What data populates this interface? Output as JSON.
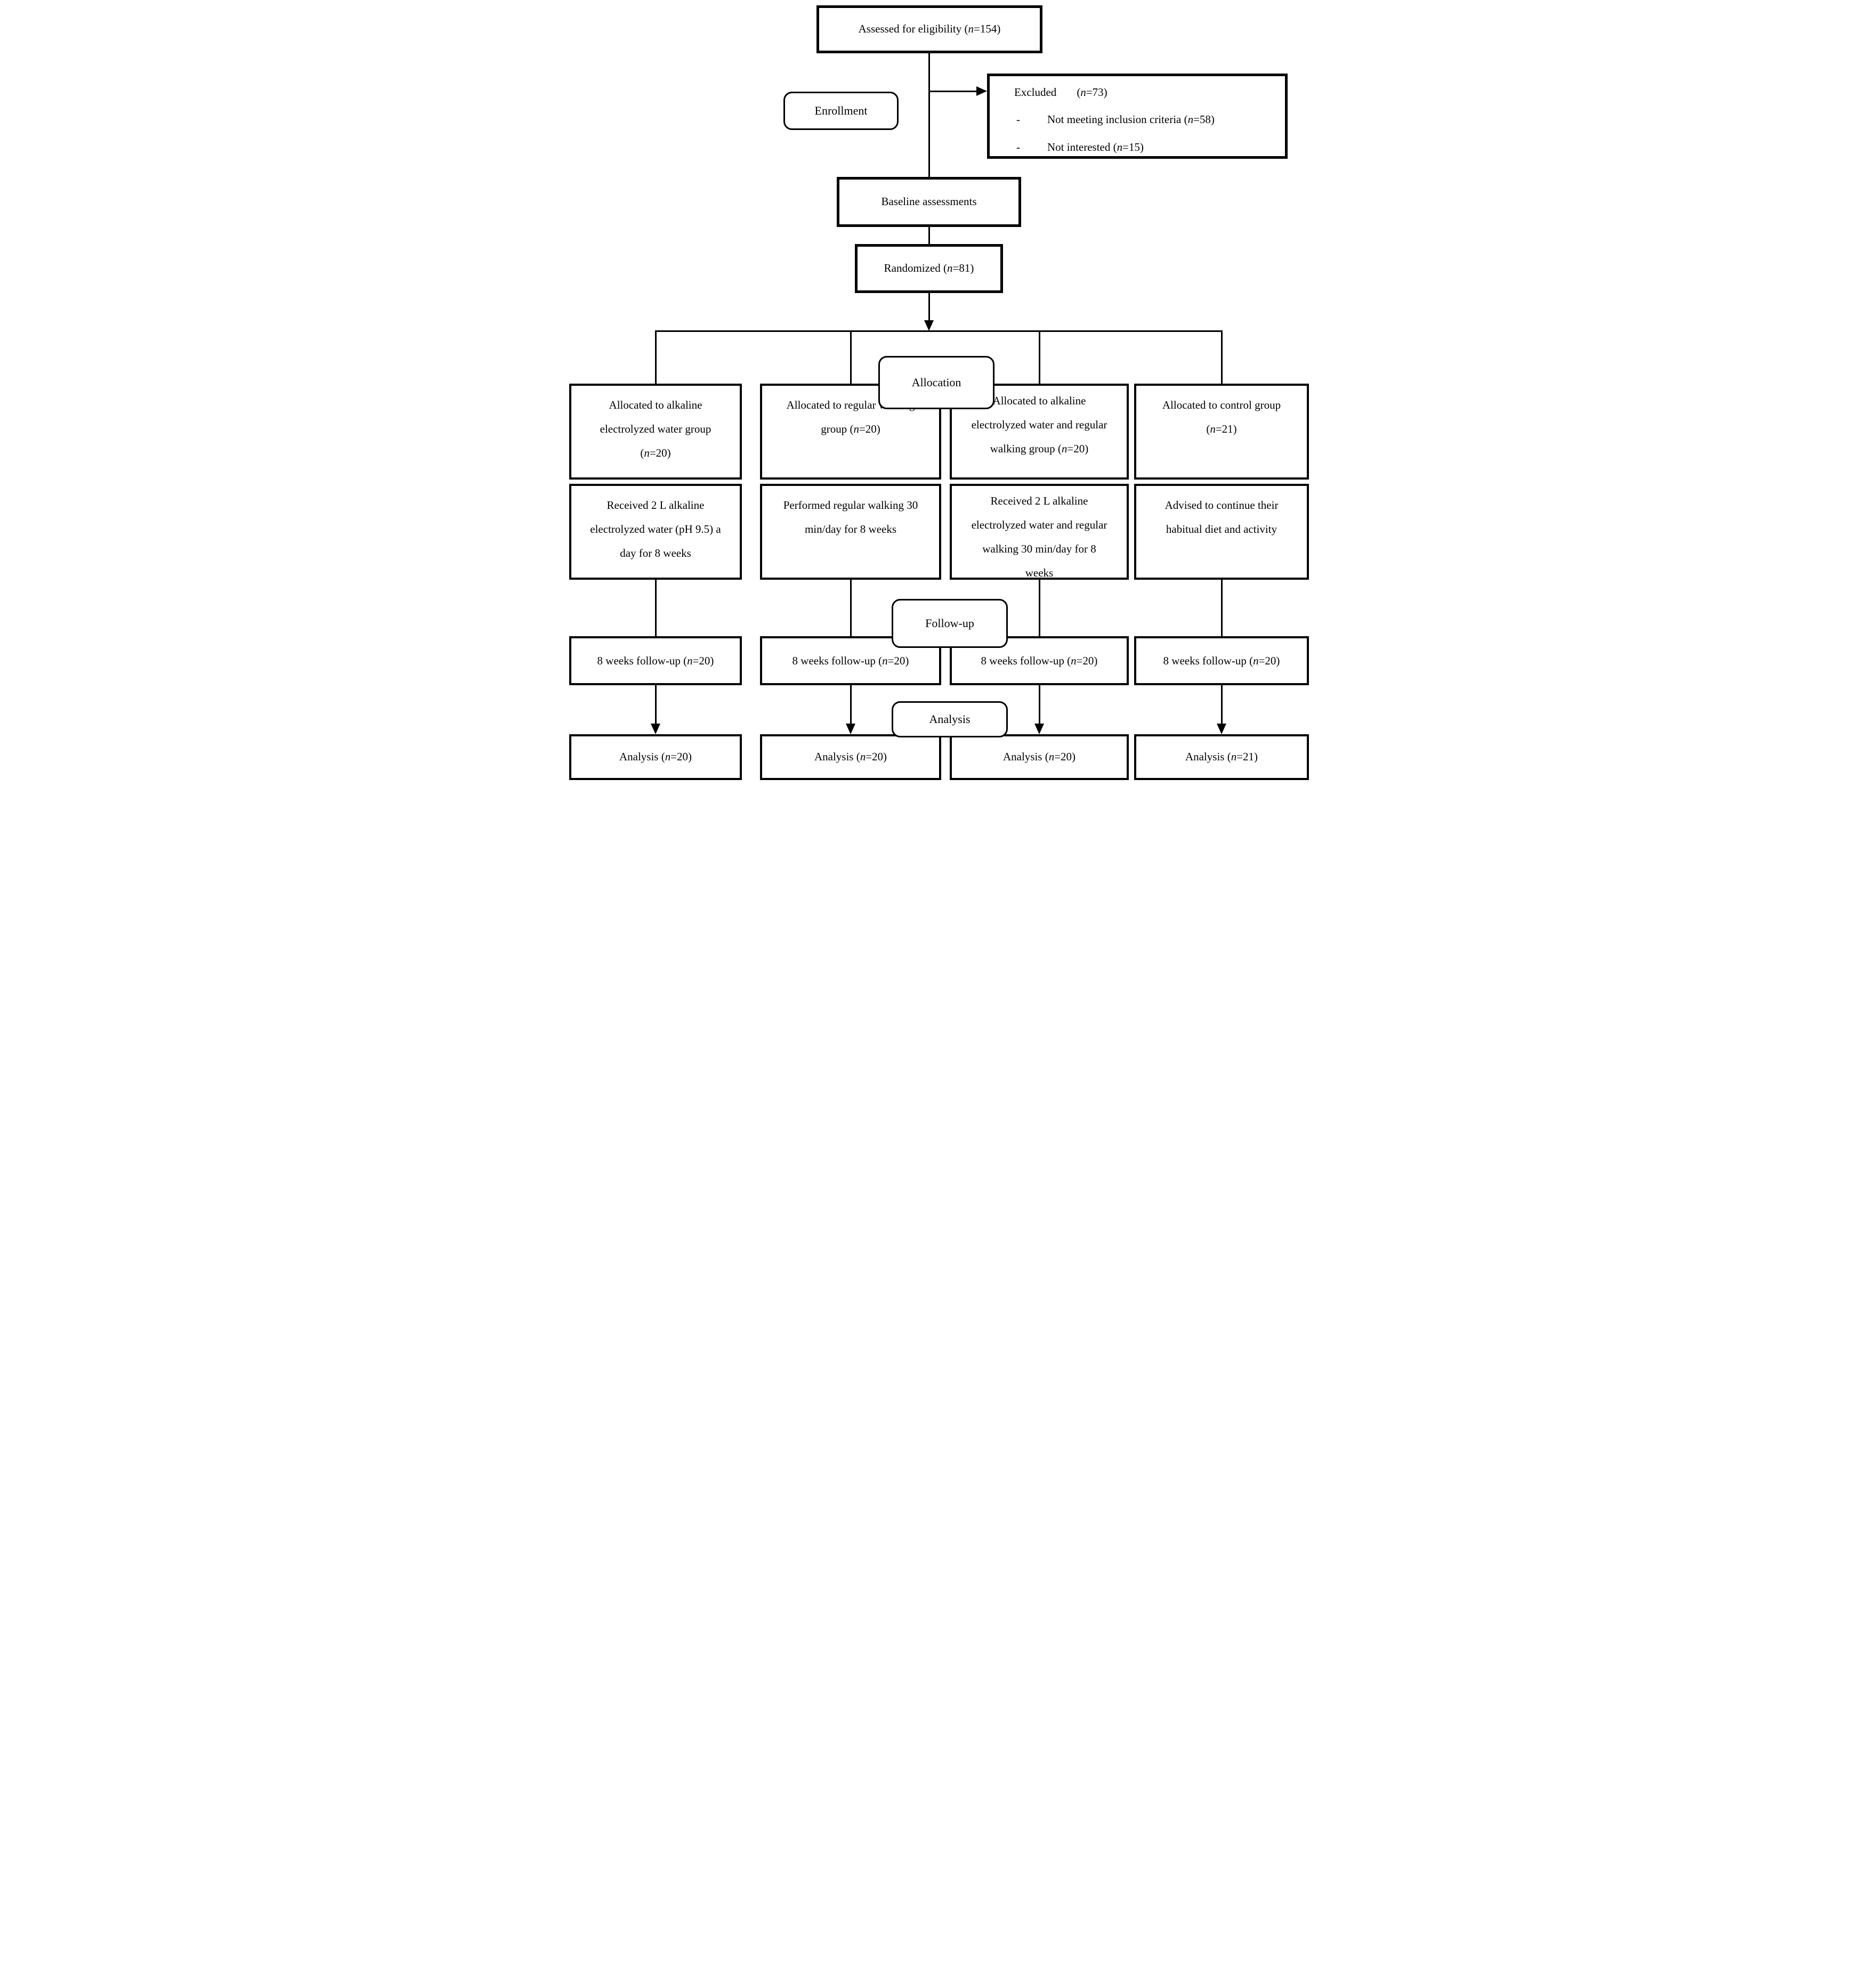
{
  "diagram": {
    "colors": {
      "line": "#000000",
      "box_background": "#ffffff",
      "text": "#000000"
    },
    "eligibility_label": "Assessed for eligibility (n=154)",
    "excluded": {
      "title": "Excluded",
      "title_n": "(n=73)",
      "bullet": "-",
      "items": [
        "Not meeting inclusion criteria (n=58)",
        "Not interested (n=15)"
      ]
    },
    "stage_labels": {
      "enrollment": "Enrollment",
      "allocation": "Allocation",
      "followup": "Follow-up",
      "analysis": "Analysis"
    },
    "baseline_label": "Baseline assessments",
    "randomized_label": "Randomized (n=81)",
    "groups": [
      {
        "allocated": "Allocated to alkaline electrolyzed water group (n=20)",
        "intervention": "Received 2 L alkaline electrolyzed water (pH 9.5) a day for 8 weeks",
        "followup": "8 weeks follow-up (n=20)",
        "analysis": "Analysis (n=20)"
      },
      {
        "allocated": "Allocated to regular walking group (n=20)",
        "intervention": "Performed regular walking 30 min/day for 8 weeks",
        "followup": "8 weeks follow-up (n=20)",
        "analysis": "Analysis (n=20)"
      },
      {
        "allocated": "Allocated to alkaline electrolyzed water and regular walking group (n=20)",
        "intervention": "Received 2 L alkaline electrolyzed water and regular walking 30 min/day for 8 weeks",
        "followup": "8 weeks follow-up (n=20)",
        "analysis": "Analysis (n=20)"
      },
      {
        "allocated": "Allocated to control group (n=21)",
        "intervention": "Advised to continue their habitual diet and activity",
        "followup": "8 weeks follow-up (n=20)",
        "analysis": "Analysis (n=21)"
      }
    ]
  }
}
